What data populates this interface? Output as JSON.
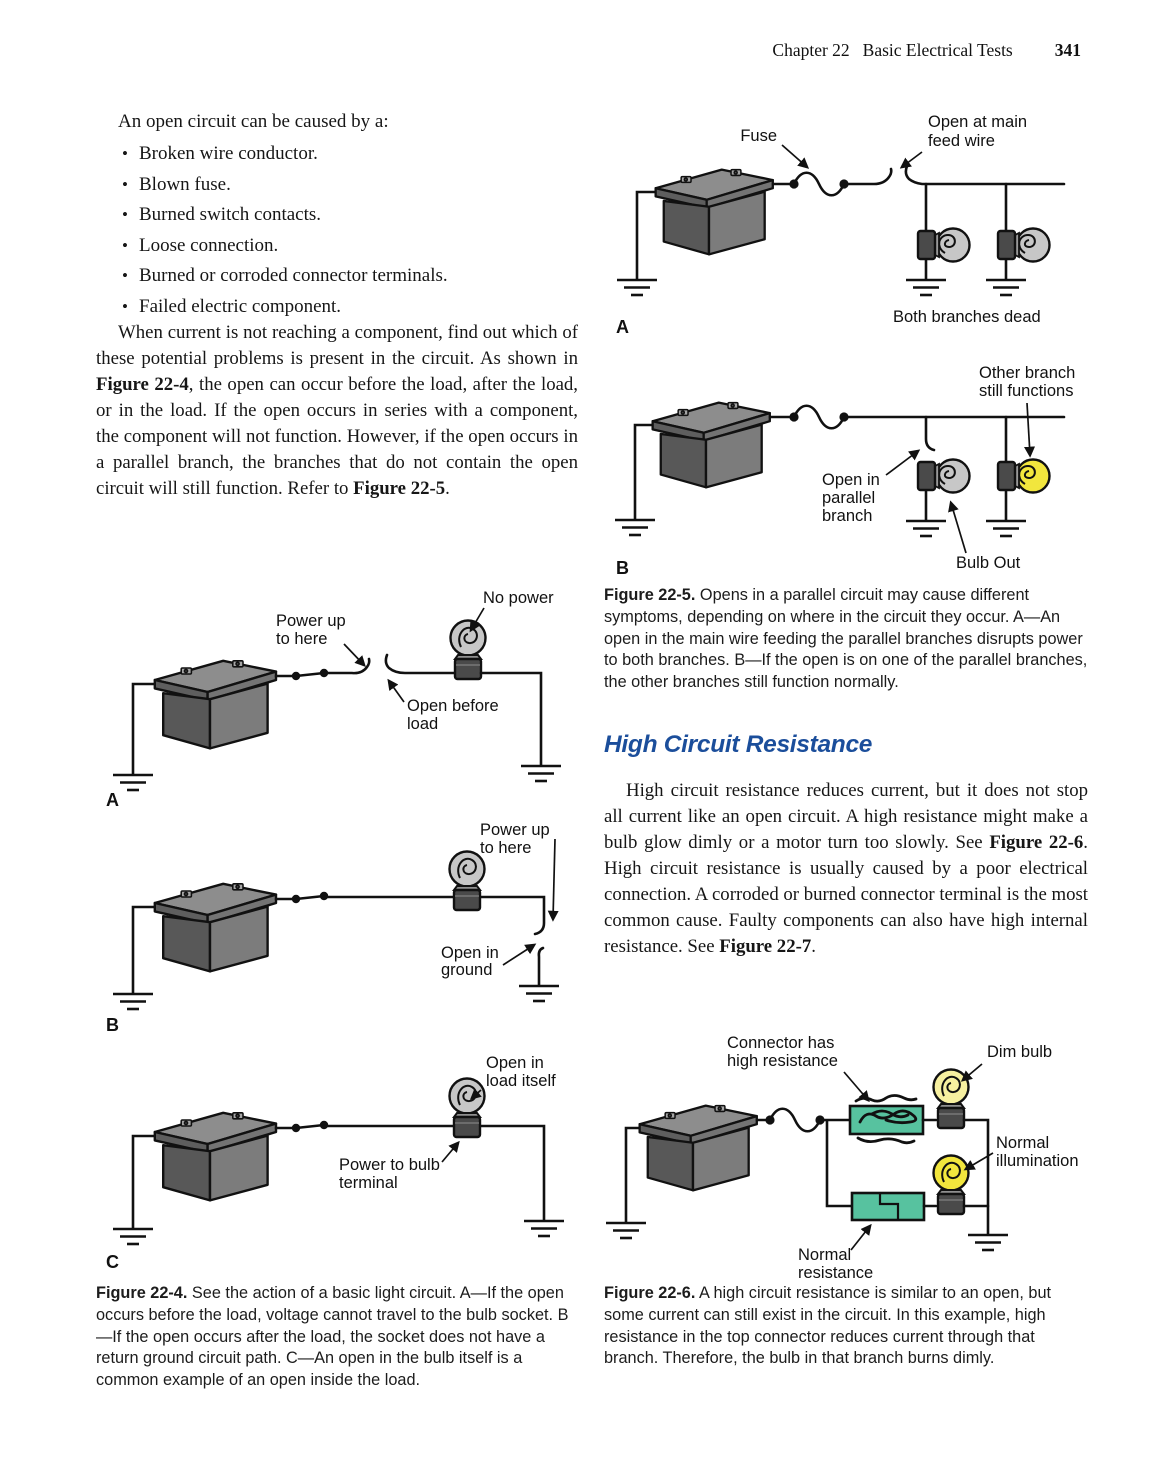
{
  "header": {
    "chapter": "Chapter 22",
    "title": "Basic Electrical Tests",
    "page_number": "341"
  },
  "intro": {
    "lead": "An open circuit can be caused by a:",
    "bullets": [
      "Broken wire conductor.",
      "Blown fuse.",
      "Burned switch contacts.",
      "Loose connection.",
      "Burned or corroded connector terminals.",
      "Failed electric component."
    ]
  },
  "paragraph_open": {
    "t1": "When current is not reaching a component, find out which of these potential problems is present in the circuit. As shown in ",
    "b1": "Figure 22-4",
    "t2": ", the open can occur before the load, after the load, or in the load. If the open occurs in series with a component, the component will not function. However, if the open occurs in a parallel branch, the branches that do not contain the open circuit will still function. Refer to ",
    "b2": "Figure 22-5",
    "t3": "."
  },
  "section": {
    "heading": "High Circuit Resistance",
    "t1": "High circuit resistance reduces current, but it does not stop all current like an open circuit. A high resistance might make a bulb glow dimly or a motor turn too slowly. See ",
    "b1": "Figure 22-6",
    "t2": ". High circuit resistance is usually caused by a poor electrical connection. A corroded or burned connector terminal is the most common cause. Faulty components can also have high internal resistance. See ",
    "b2": "Figure 22-7",
    "t3": "."
  },
  "fig22_5": {
    "a": {
      "fuse": "Fuse",
      "open_main_1": "Open at main",
      "open_main_2": "feed wire",
      "dead": "Both branches dead",
      "tag": "A"
    },
    "b": {
      "other_1": "Other branch",
      "other_2": "still functions",
      "open_par_1": "Open in",
      "open_par_2": "parallel",
      "open_par_3": "branch",
      "bulb_out": "Bulb Out",
      "tag": "B"
    },
    "caption_label": "Figure 22-5.",
    "caption_text": "Opens in a parallel circuit may cause different symptoms, depending on where in the circuit they occur. A—An open in the main wire feeding the parallel branches disrupts power to both branches. B—If the open is on one of the parallel branches, the other branches still function normally."
  },
  "fig22_4": {
    "a": {
      "power_1": "Power up",
      "power_2": "to here",
      "no_power": "No power",
      "open_1": "Open before",
      "open_2": "load",
      "tag": "A"
    },
    "b": {
      "power_1": "Power up",
      "power_2": "to here",
      "open_1": "Open in",
      "open_2": "ground",
      "tag": "B"
    },
    "c": {
      "open_1": "Open in",
      "open_2": "load itself",
      "power_1": "Power to bulb",
      "power_2": "terminal",
      "tag": "C"
    },
    "caption_label": "Figure 22-4.",
    "caption_text": "See the action of a basic light circuit. A—If the open occurs before the load, voltage cannot travel to the bulb socket. B—If the open occurs after the load, the socket does not have a return ground circuit path. C—An open in the bulb itself is a common example of an open inside the load."
  },
  "fig22_6": {
    "conn_1": "Connector has",
    "conn_2": "high resistance",
    "dim": "Dim bulb",
    "normal_ill_1": "Normal",
    "normal_ill_2": "illumination",
    "normal_res_1": "Normal",
    "normal_res_2": "resistance",
    "caption_label": "Figure 22-6.",
    "caption_text": "A high circuit resistance is similar to an open, but some current can still exist in the circuit. In this example, high resistance in the top connector reduces current through that branch. Therefore, the bulb in that branch burns dimly."
  },
  "colors": {
    "heading_blue": "#1b4e9b",
    "bulb_yellow": "#f2e63d",
    "bulb_dim_yellow": "#f7f0a0",
    "bulb_gray": "#c7c7c7",
    "connector_teal": "#57c29f",
    "battery_gray": "#7c7c7c"
  }
}
